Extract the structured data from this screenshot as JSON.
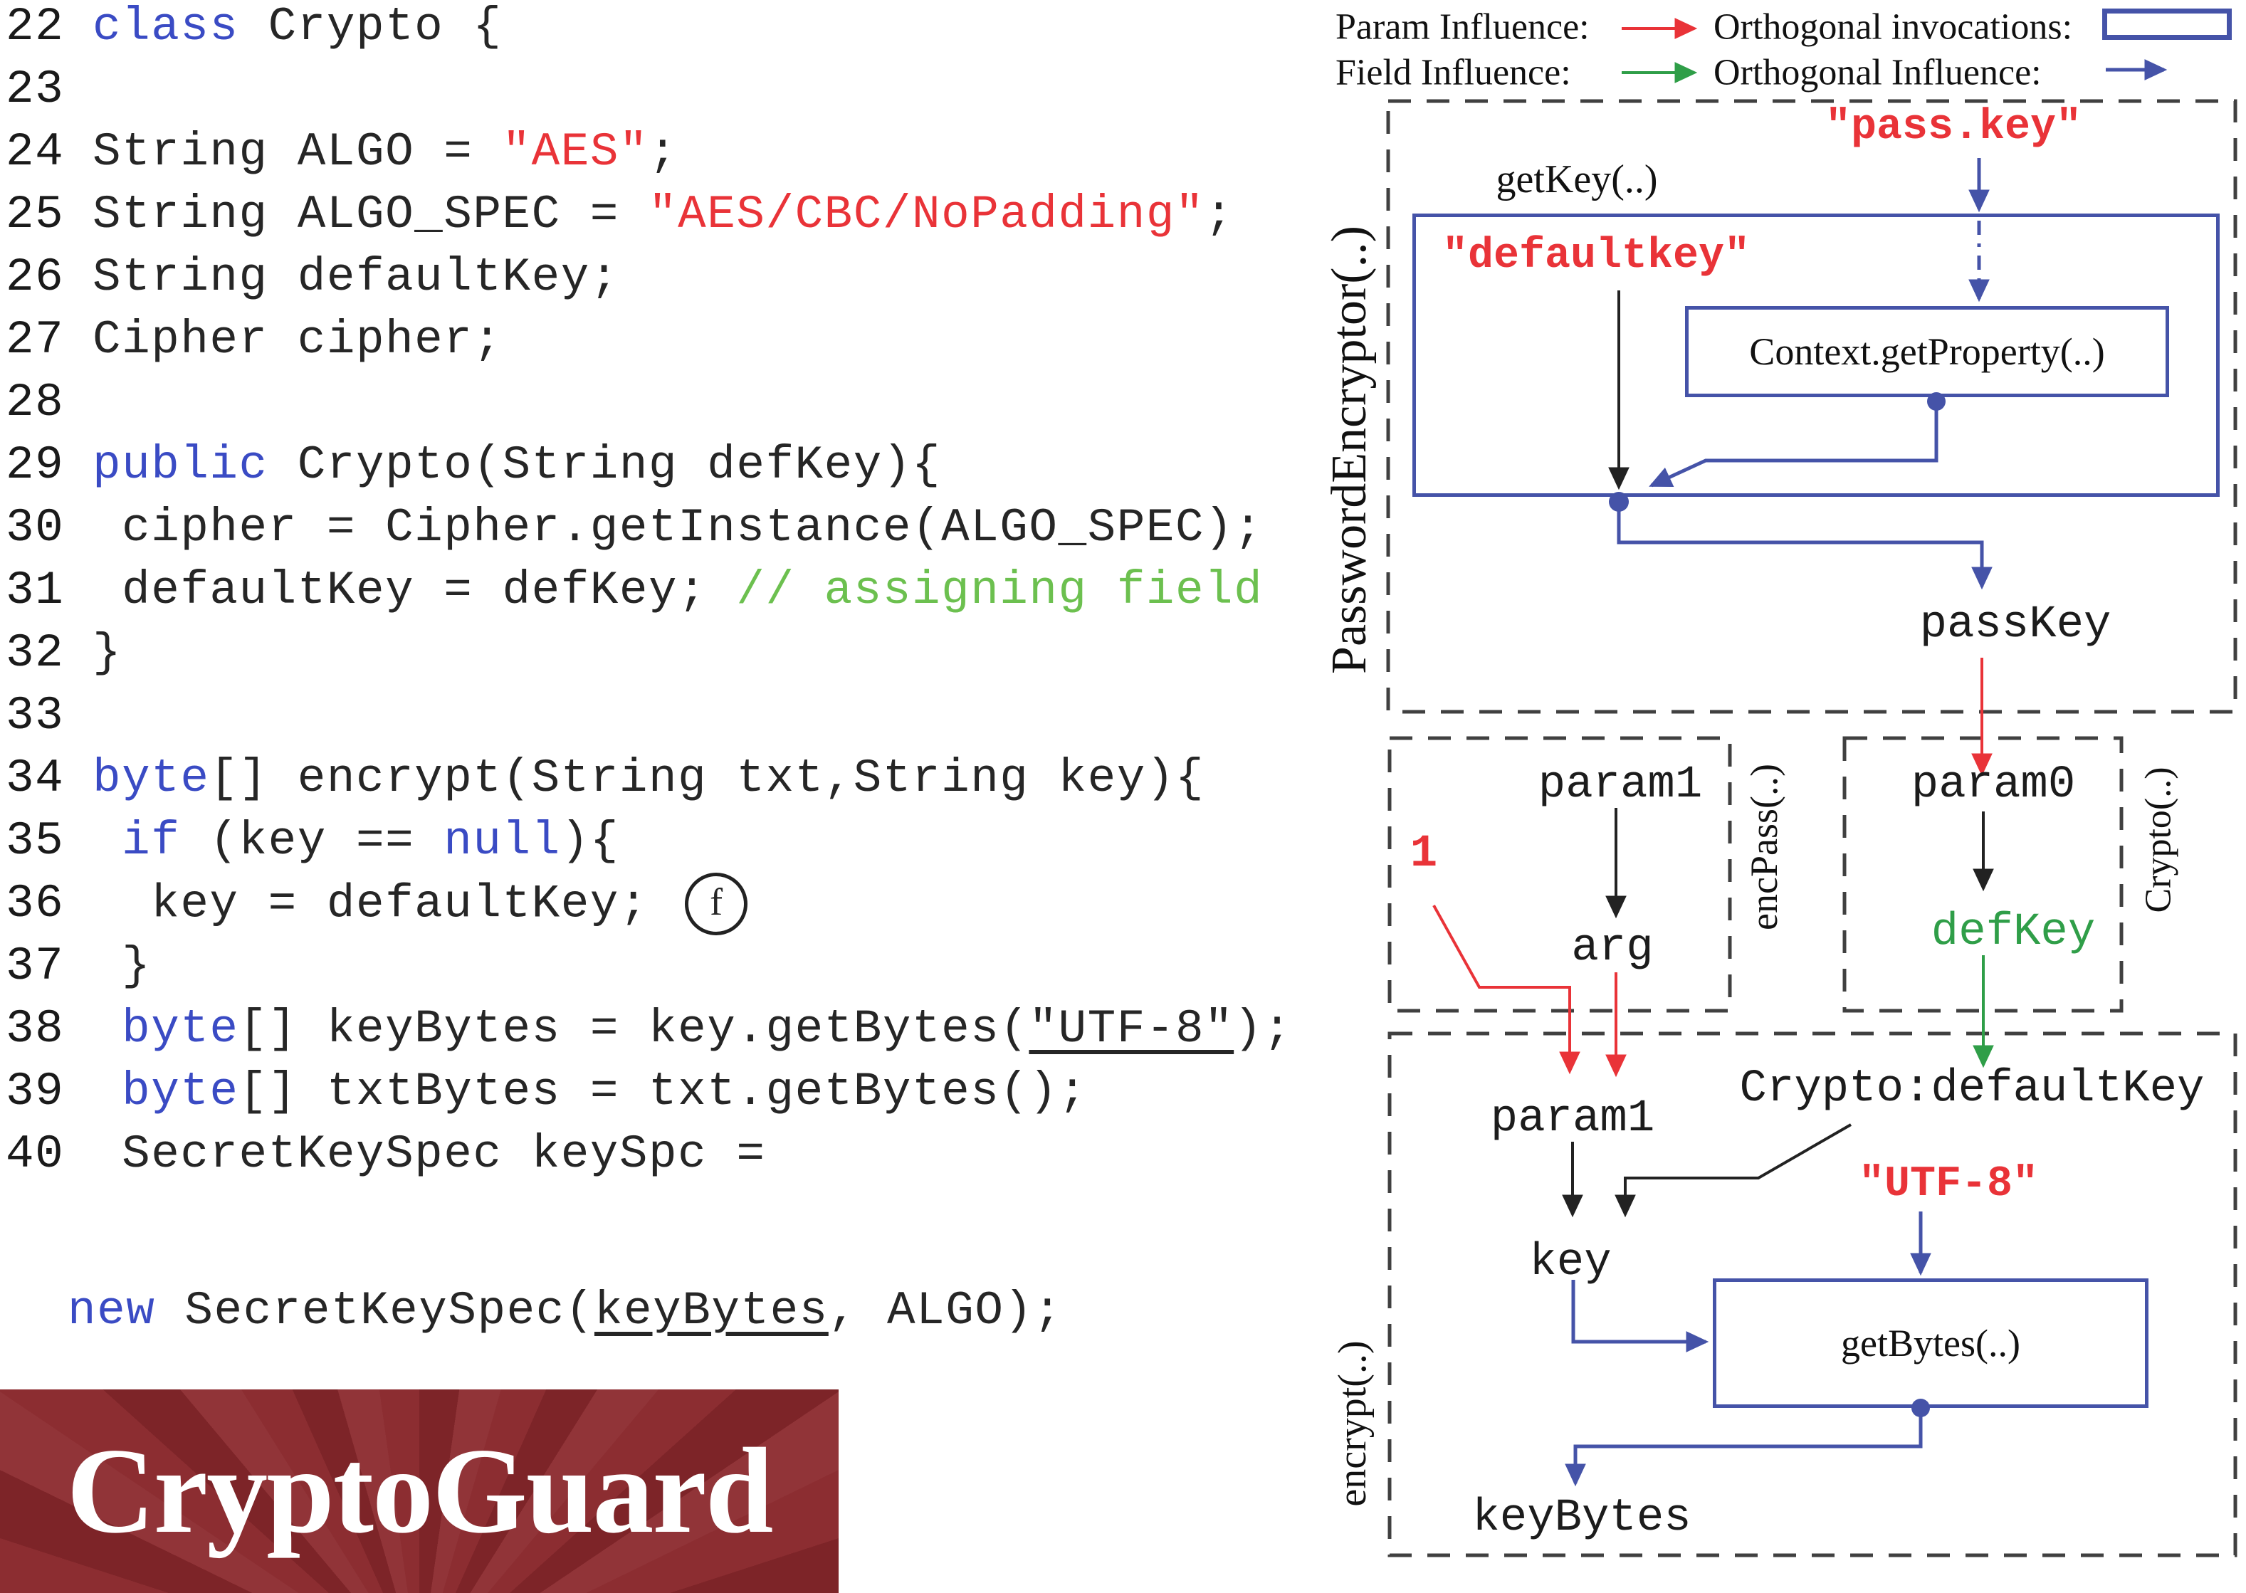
{
  "legend": {
    "param_influence": "Param Influence:",
    "orthogonal_invocations": "Orthogonal invocations:",
    "field_influence": "Field Influence:",
    "orthogonal_influence": "Orthogonal Influence:"
  },
  "code": {
    "lines": [
      {
        "num": "22",
        "segs": [
          [
            "class",
            "k"
          ],
          [
            " Crypto {",
            "p"
          ]
        ]
      },
      {
        "num": "23",
        "segs": []
      },
      {
        "num": "24",
        "segs": [
          [
            "String ALGO = ",
            "p"
          ],
          [
            "\"AES\"",
            "s"
          ],
          [
            ";",
            "p"
          ]
        ]
      },
      {
        "num": "25",
        "segs": [
          [
            "String ALGO_SPEC = ",
            "p"
          ],
          [
            "\"AES/CBC/NoPadding\"",
            "s"
          ],
          [
            ";",
            "p"
          ]
        ]
      },
      {
        "num": "26",
        "segs": [
          [
            "String defaultKey;",
            "p"
          ]
        ]
      },
      {
        "num": "27",
        "segs": [
          [
            "Cipher cipher;",
            "p"
          ]
        ]
      },
      {
        "num": "28",
        "segs": []
      },
      {
        "num": "29",
        "segs": [
          [
            "public",
            "k"
          ],
          [
            " Crypto(String defKey){",
            "p"
          ]
        ]
      },
      {
        "num": "30",
        "segs": [
          [
            " cipher = Cipher.getInstance(ALGO_SPEC);",
            "p"
          ]
        ]
      },
      {
        "num": "31",
        "segs": [
          [
            " defaultKey = defKey; ",
            "p"
          ],
          [
            "// assigning field",
            "c"
          ]
        ]
      },
      {
        "num": "32",
        "segs": [
          [
            "}",
            "p"
          ]
        ]
      },
      {
        "num": "33",
        "segs": []
      },
      {
        "num": "34",
        "segs": [
          [
            "byte",
            "k"
          ],
          [
            "[] encrypt(String txt,String key){",
            "p"
          ]
        ]
      },
      {
        "num": "35",
        "segs": [
          [
            " ",
            "p"
          ],
          [
            "if",
            "k"
          ],
          [
            " (key == ",
            "p"
          ],
          [
            "null",
            "k"
          ],
          [
            "){",
            "p"
          ]
        ]
      },
      {
        "num": "36",
        "segs": [
          [
            "  key = defaultKey; ",
            "p"
          ],
          [
            "f",
            "circle"
          ]
        ]
      },
      {
        "num": "37",
        "segs": [
          [
            " }",
            "p"
          ]
        ]
      },
      {
        "num": "38",
        "segs": [
          [
            " ",
            "p"
          ],
          [
            "byte",
            "k"
          ],
          [
            "[] keyBytes = key.getBytes(",
            "p"
          ],
          [
            "\"UTF-8\"",
            "u"
          ],
          [
            ");",
            "p"
          ]
        ]
      },
      {
        "num": "39",
        "segs": [
          [
            " ",
            "p"
          ],
          [
            "byte",
            "k"
          ],
          [
            "[] txtBytes = txt.getBytes();",
            "p"
          ]
        ]
      },
      {
        "num": "40",
        "segs": [
          [
            " SecretKeySpec keySpc =",
            "p"
          ]
        ]
      }
    ],
    "continuation": {
      "segs": [
        [
          "new",
          "k"
        ],
        [
          " SecretKeySpec(",
          "p"
        ],
        [
          "keyBytes",
          "u"
        ],
        [
          ", ALGO);",
          "p"
        ]
      ]
    }
  },
  "diagram": {
    "password_encryptor": {
      "label": "PasswordEncryptor(..)",
      "pass_key_literal": "\"pass.key\"",
      "getkey_caption": "getKey(..)",
      "defaultkey_literal": "\"defaultkey\"",
      "context_getproperty": "Context.getProperty(..)",
      "passkey_var": "passKey"
    },
    "encpass": {
      "label": "encPass(..)",
      "param1": "param1",
      "arg": "arg",
      "const_one": "1"
    },
    "crypto": {
      "label": "Crypto(..)",
      "param0": "param0",
      "defkey": "defKey"
    },
    "encrypt": {
      "label": "encrypt(..)",
      "param1": "param1",
      "crypto_defaultkey": "Crypto:defaultKey",
      "utf8_literal": "\"UTF-8\"",
      "key": "key",
      "getbytes_caption": "getBytes(..)",
      "keybytes": "keyBytes"
    }
  },
  "logo": {
    "text": "CryptoGuard"
  },
  "colors": {
    "accent_blue": "#4553a8",
    "influence_red": "#e93338",
    "influence_green": "#2f9e48",
    "keyword_blue": "#3a4bc4",
    "string_red": "#e93338",
    "comment_green": "#6cc04f",
    "logo_background": "#8c2d31"
  }
}
